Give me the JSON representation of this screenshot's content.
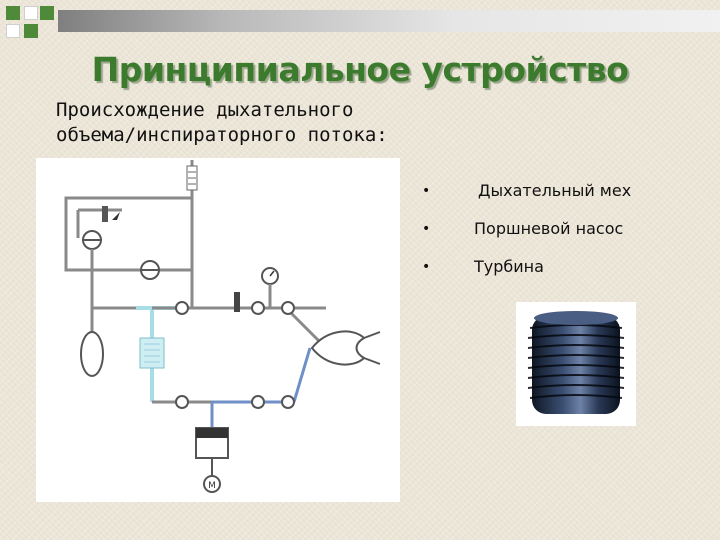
{
  "slide": {
    "title": "Принципиальное устройство",
    "subtitle_line1": "Происхождение дыхательного",
    "subtitle_line2": "объема/инспираторного потока:"
  },
  "bullets": [
    {
      "label": "Дыхательный мех",
      "icon": "bullet-dot"
    },
    {
      "label": "Поршневой насос",
      "icon": "bullet-dot"
    },
    {
      "label": "Турбина",
      "icon": "bullet-dot"
    }
  ],
  "diagram": {
    "motor_label": "M",
    "icons": [
      "pressure-regulator-icon",
      "gauge-icon",
      "valve-icon",
      "piston-pump-icon",
      "motor-icon",
      "breathing-bag-icon",
      "patient-lungs-icon"
    ]
  },
  "colors": {
    "title": "#3c7a2e",
    "title_shadow": "#9aa58c",
    "background": "#ece6d8",
    "pipe_gray": "#8a8a8a",
    "pipe_blue": "#6f8fc7",
    "pipe_cyan": "#a9dde6",
    "corner_green": "#4f8a3a"
  }
}
